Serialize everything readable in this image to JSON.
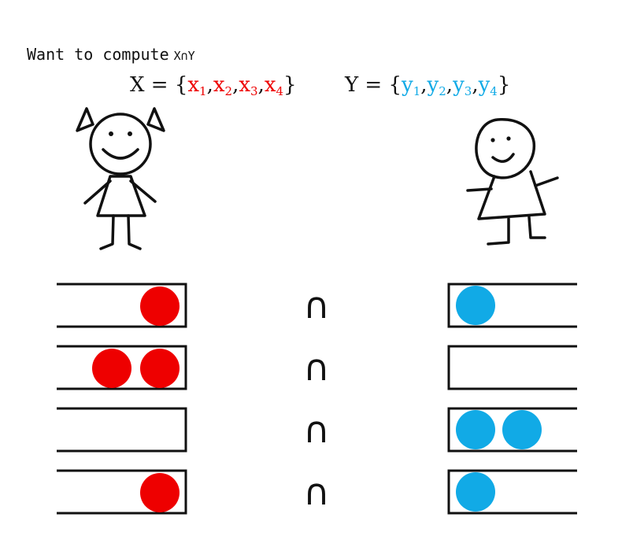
{
  "caption": {
    "text": "Want to compute",
    "set_expr": "X∩Y"
  },
  "set_x": {
    "name": "X",
    "elements": [
      {
        "base": "x",
        "sub": "1"
      },
      {
        "base": "x",
        "sub": "2"
      },
      {
        "base": "x",
        "sub": "3"
      },
      {
        "base": "x",
        "sub": "4"
      }
    ]
  },
  "set_y": {
    "name": "Y",
    "elements": [
      {
        "base": "y",
        "sub": "1"
      },
      {
        "base": "y",
        "sub": "2"
      },
      {
        "base": "y",
        "sub": "3"
      },
      {
        "base": "y",
        "sub": "4"
      }
    ]
  },
  "colors": {
    "x": "#ee0000",
    "y": "#11aae6",
    "ink": "#111111"
  },
  "rows": [
    {
      "left_balls": 1,
      "op": "∩",
      "right_balls": 1
    },
    {
      "left_balls": 2,
      "op": "∩",
      "right_balls": 0
    },
    {
      "left_balls": 0,
      "op": "∩",
      "right_balls": 2
    },
    {
      "left_balls": 1,
      "op": "∩",
      "right_balls": 1
    }
  ],
  "figures": [
    {
      "name": "girl-figure"
    },
    {
      "name": "boy-figure"
    }
  ]
}
